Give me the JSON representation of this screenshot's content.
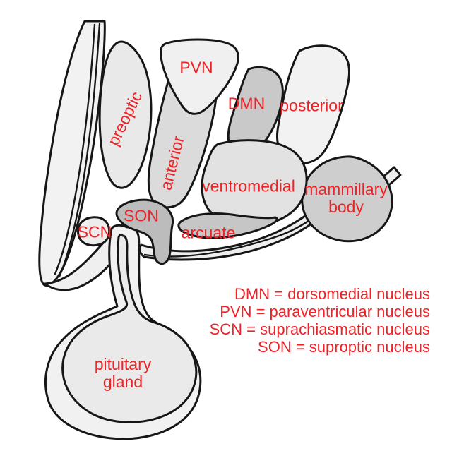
{
  "colors": {
    "label_red": "#ee2227",
    "outline": "#161616",
    "background": "#ffffff"
  },
  "regions": {
    "preoptic": {
      "label": "preoptic",
      "fill": "#e9e9e9"
    },
    "anterior": {
      "label": "anterior",
      "fill": "#dbdbdb"
    },
    "pvn": {
      "label": "PVN",
      "fill": "#f0f0f0"
    },
    "dmn": {
      "label": "DMN",
      "fill": "#c9c9c9"
    },
    "posterior": {
      "label": "posterior",
      "fill": "#f2f2f2"
    },
    "ventromedial": {
      "label": "ventromedial",
      "fill": "#e2e2e2"
    },
    "mammillary_body": {
      "label": "mammillary body",
      "fill": "#cecece"
    },
    "son": {
      "label": "SON",
      "fill": "#bcbcbc"
    },
    "scn": {
      "label": "SCN",
      "fill": "#ededed"
    },
    "arcuate": {
      "label": "arcuate",
      "fill": "#c6c6c6"
    },
    "pituitary_gland": {
      "label": "pituitary gland",
      "fill": "#eaeaea"
    }
  },
  "structures": {
    "left_band": {
      "fill": "#f2f2f2"
    },
    "chiasm_band": {
      "fill": "#efefef"
    },
    "outer_wrap": {
      "fill": "#f1f1f1"
    },
    "tuberal_band": {
      "fill": "#eeeeee"
    },
    "mammillary_stalk": {
      "fill": "#eeeeee"
    }
  },
  "legend": {
    "lines": [
      "DMN = dorsomedial nucleus",
      "PVN = paraventricular nucleus",
      "SCN = suprachiasmatic nucleus",
      "SON = suproptic nucleus"
    ]
  }
}
